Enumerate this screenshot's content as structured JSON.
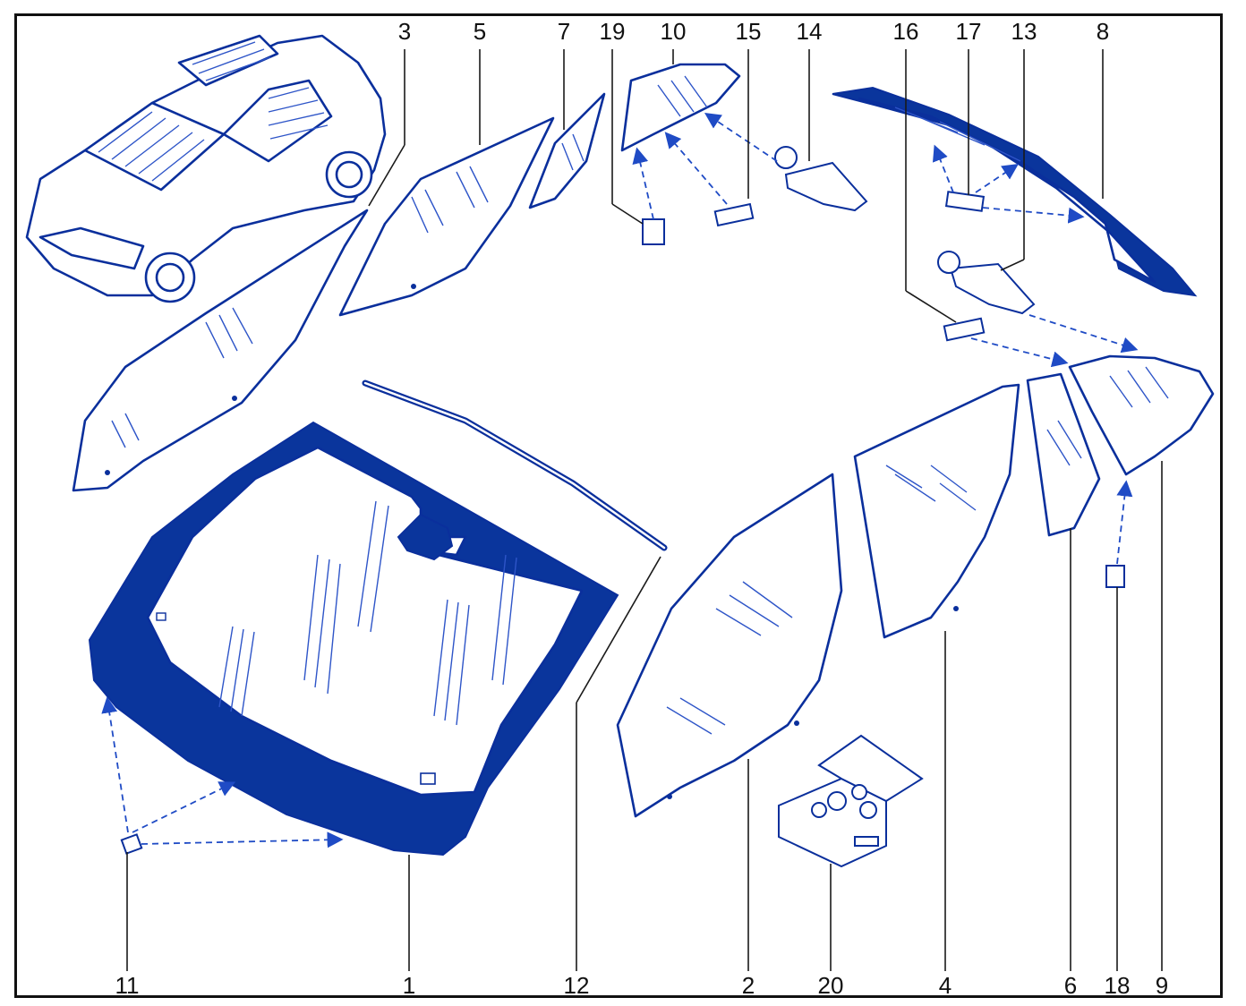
{
  "callouts": {
    "c1": "1",
    "c2": "2",
    "c3": "3",
    "c4": "4",
    "c5": "5",
    "c6": "6",
    "c7": "7",
    "c8": "8",
    "c9": "9",
    "c10": "10",
    "c11": "11",
    "c12": "12",
    "c13": "13",
    "c14": "14",
    "c15": "15",
    "c16": "16",
    "c17": "17",
    "c18": "18",
    "c19": "19",
    "c20": "20"
  },
  "colors": {
    "line_blue": "#0a2f9c",
    "fill_blue": "#0a359c",
    "leader": "#1a1a1a"
  }
}
